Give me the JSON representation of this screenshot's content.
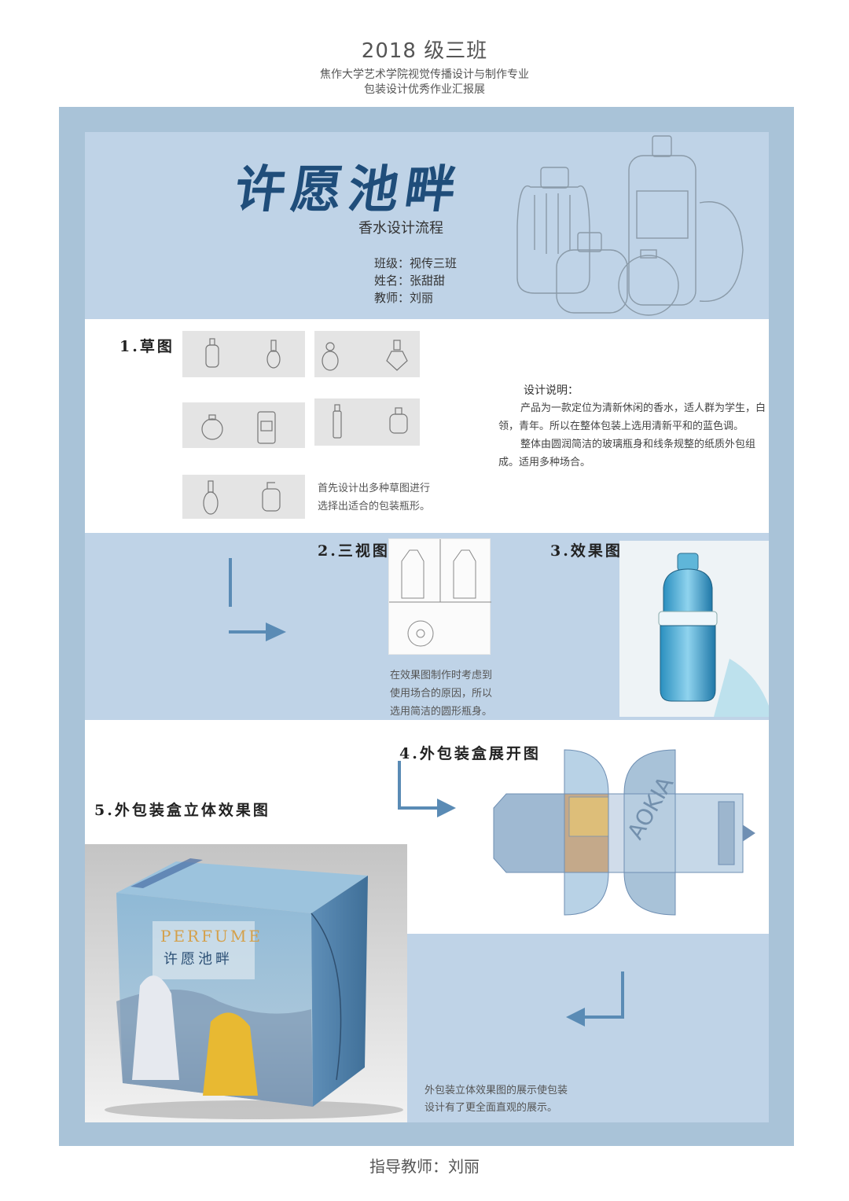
{
  "header": {
    "title": "2018 级三班",
    "line1": "焦作大学艺术学院视觉传播设计与制作专业",
    "line2": "包装设计优秀作业汇报展"
  },
  "poster": {
    "title": "许愿池畔",
    "subtitle": "香水设计流程",
    "class_line": "班级：视传三班",
    "name_line": "姓名：张甜甜",
    "teacher_line": "教师：刘丽"
  },
  "steps": {
    "s1": "1.草图",
    "s2": "2.三视图",
    "s3": "3.效果图",
    "s4": "4.外包装盒展开图",
    "s5": "5.外包装盒立体效果图"
  },
  "captions": {
    "sketch_1": "首先设计出多种草图进行",
    "sketch_2": "选择出适合的包装瓶形。",
    "view_1": "在效果图制作时考虑到",
    "view_2": "使用场合的原因，所以",
    "view_3": "选用简洁的圆形瓶身。",
    "box_1": "外包装立体效果图的展示使包装",
    "box_2": "设计有了更全面直观的展示。"
  },
  "design_note": {
    "title": "设计说明：",
    "p1": "产品为一款定位为清新休闲的香水，适人群为学生，白领，青年。所以在整体包装上选用清新平和的蓝色调。",
    "p2": "整体由圆润简洁的玻璃瓶身和线条规整的纸质外包组成。适用多种场合。"
  },
  "box_print": {
    "brand": "PERFUME",
    "name": "许愿池畔"
  },
  "footer": {
    "text": "指导教师：刘丽"
  },
  "colors": {
    "frame": "#a9c3d8",
    "panel_blue": "#bfd3e7",
    "title_blue": "#1f4d7a",
    "arrow": "#5a8bb5"
  }
}
